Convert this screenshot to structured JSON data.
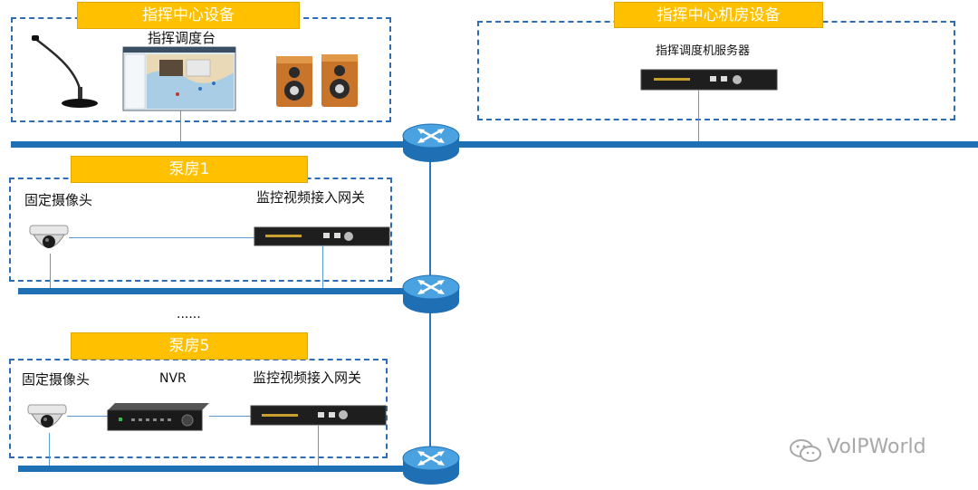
{
  "command_center": {
    "title": "指挥中心设备",
    "console_label": "指挥调度台"
  },
  "server_room": {
    "title": "指挥中心机房设备",
    "server_label": "指挥调度机服务器"
  },
  "pump_room_1": {
    "title": "泵房1",
    "camera_label": "固定摄像头",
    "gateway_label": "监控视频接入网关"
  },
  "ellipsis": "......",
  "pump_room_5": {
    "title": "泵房5",
    "camera_label": "固定摄像头",
    "nvr_label": "NVR",
    "gateway_label": "监控视频接入网关"
  },
  "watermark": "VoIPWorld",
  "colors": {
    "bus": "#1f6fb5",
    "dashed_border": "#2e6db4",
    "title_bar": "#ffc000",
    "router": "#3a8fd0"
  },
  "icons": [
    "microphone-icon",
    "console-screen-icon",
    "speaker-icon",
    "server-icon",
    "router-icon",
    "dome-camera-icon",
    "nvr-recorder-icon",
    "gateway-icon",
    "wechat-icon"
  ]
}
